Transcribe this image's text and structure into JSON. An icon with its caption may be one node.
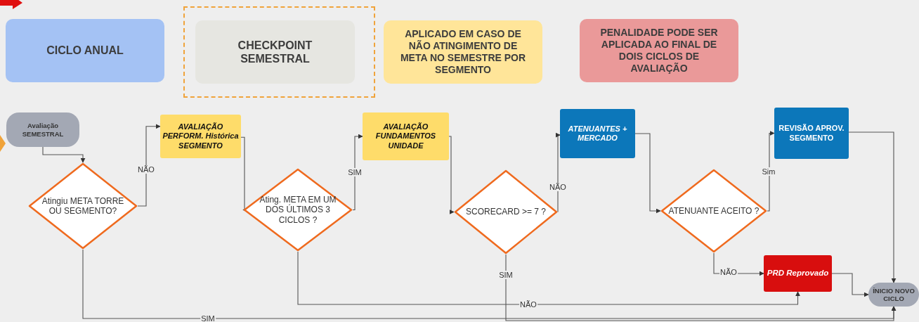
{
  "diagram": {
    "nodes": [
      {
        "text": [
          "CICLO ANUAL"
        ]
      },
      {
        "text": [],
        "shape": "box"
      },
      {
        "text": [
          "CHECKPOINT SEMESTRAL"
        ],
        "in": 1
      },
      {
        "text": [
          "APLICADO EM CASO DE NÃO ATINGIMENTO DE META NO SEMESTRE POR SEGMENTO"
        ]
      },
      {
        "text": [
          "PENALIDADE PODE SER APLICADA AO FINAL DE DOIS CICLOS DE AVALIAÇÃO"
        ]
      },
      {
        "text": [
          "Avaliação SEMESTRAL"
        ]
      },
      {
        "text": [
          "Atingiu META TORRE OU SEGMENTO?"
        ]
      },
      {
        "text": [
          "AVALIAÇÃO PERFORM. Histórica SEGMENTO"
        ]
      },
      {
        "text": [
          "Ating. META EM UM DOS ÚLTIMOS 3 CICLOS ?"
        ]
      },
      {
        "text": [
          "AVALIAÇÃO FUNDAMENTOS UNIDADE"
        ]
      },
      {
        "text": [
          "SCORECARD >= 7 ?"
        ]
      },
      {
        "text": [
          "ATENUANTES + MERCADO"
        ]
      },
      {
        "text": [
          "ATENUANTE ACEITO ?"
        ]
      },
      {
        "text": [
          "REVISÃO APROV. SEGMENTO"
        ]
      },
      {
        "text": [
          "PRD Reprovado"
        ]
      },
      {
        "text": [
          "ÍNICIO NOVO CICLO"
        ]
      }
    ],
    "edges": [
      {
        "from": 5,
        "to": 6,
        "arrow": "to"
      },
      {
        "from": 6,
        "to": 7,
        "arrow": "to",
        "label": "NÃO"
      },
      {
        "from": 7,
        "to": 8,
        "arrow": "to"
      },
      {
        "from": 8,
        "to": 9,
        "arrow": "to",
        "label": "SIM"
      },
      {
        "from": 9,
        "to": 10,
        "arrow": "to"
      },
      {
        "from": 10,
        "to": 11,
        "arrow": "to",
        "label": "NÃO"
      },
      {
        "from": 11,
        "to": 12,
        "arrow": "to"
      },
      {
        "from": 12,
        "to": 13,
        "arrow": "to",
        "label": "Sim"
      },
      {
        "from": 12,
        "to": 14,
        "arrow": "to",
        "label": "NÃO"
      },
      {
        "from": 13,
        "to": 15,
        "arrow": "to"
      },
      {
        "from": 14,
        "to": 15,
        "arrow": "to"
      },
      {
        "from": 8,
        "to": 14,
        "arrow": "to",
        "label": "NÃO"
      },
      {
        "from": 10,
        "to": 15,
        "arrow": "to",
        "label": "SIM"
      },
      {
        "from": 6,
        "to": 15,
        "arrow": "to",
        "label": "SIM"
      }
    ]
  }
}
